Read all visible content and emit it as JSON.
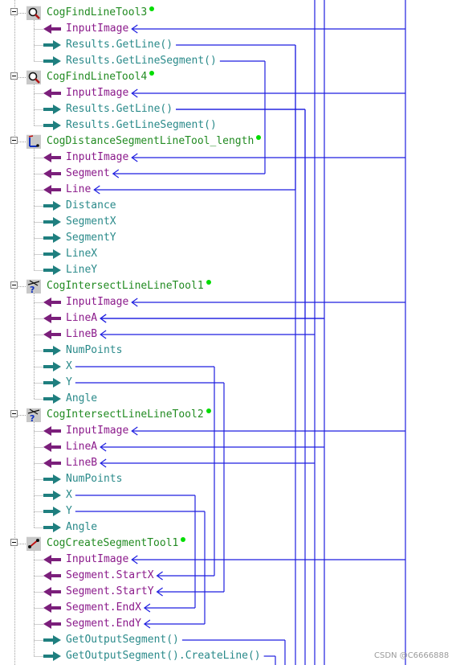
{
  "tree": [
    {
      "kind": "tool",
      "label": "CogFindLineTool3",
      "icon": "find-line-icon"
    },
    {
      "kind": "input",
      "label": "InputImage"
    },
    {
      "kind": "output",
      "label": "Results.GetLine()"
    },
    {
      "kind": "output",
      "label": "Results.GetLineSegment()"
    },
    {
      "kind": "tool",
      "label": "CogFindLineTool4",
      "icon": "find-line-icon"
    },
    {
      "kind": "input",
      "label": "InputImage"
    },
    {
      "kind": "output",
      "label": "Results.GetLine()"
    },
    {
      "kind": "output",
      "label": "Results.GetLineSegment()"
    },
    {
      "kind": "tool",
      "label": "CogDistanceSegmentLineTool_length",
      "icon": "distance-segment-line-icon"
    },
    {
      "kind": "input",
      "label": "InputImage"
    },
    {
      "kind": "input",
      "label": "Segment"
    },
    {
      "kind": "input",
      "label": "Line"
    },
    {
      "kind": "output",
      "label": "Distance"
    },
    {
      "kind": "output",
      "label": "SegmentX"
    },
    {
      "kind": "output",
      "label": "SegmentY"
    },
    {
      "kind": "output",
      "label": "LineX"
    },
    {
      "kind": "output",
      "label": "LineY"
    },
    {
      "kind": "tool",
      "label": "CogIntersectLineLineTool1",
      "icon": "intersect-line-line-icon"
    },
    {
      "kind": "input",
      "label": "InputImage"
    },
    {
      "kind": "input",
      "label": "LineA"
    },
    {
      "kind": "input",
      "label": "LineB"
    },
    {
      "kind": "output",
      "label": "NumPoints"
    },
    {
      "kind": "output",
      "label": "X"
    },
    {
      "kind": "output",
      "label": "Y"
    },
    {
      "kind": "output",
      "label": "Angle"
    },
    {
      "kind": "tool",
      "label": "CogIntersectLineLineTool2",
      "icon": "intersect-line-line-icon"
    },
    {
      "kind": "input",
      "label": "InputImage"
    },
    {
      "kind": "input",
      "label": "LineA"
    },
    {
      "kind": "input",
      "label": "LineB"
    },
    {
      "kind": "output",
      "label": "NumPoints"
    },
    {
      "kind": "output",
      "label": "X"
    },
    {
      "kind": "output",
      "label": "Y"
    },
    {
      "kind": "output",
      "label": "Angle"
    },
    {
      "kind": "tool",
      "label": "CogCreateSegmentTool1",
      "icon": "create-segment-icon"
    },
    {
      "kind": "input",
      "label": "InputImage"
    },
    {
      "kind": "input",
      "label": "Segment.StartX"
    },
    {
      "kind": "input",
      "label": "Segment.StartY"
    },
    {
      "kind": "input",
      "label": "Segment.EndX"
    },
    {
      "kind": "input",
      "label": "Segment.EndY"
    },
    {
      "kind": "output",
      "label": "GetOutputSegment()"
    },
    {
      "kind": "output",
      "label": "GetOutputSegment().CreateLine()"
    }
  ],
  "watermark": "CSDN @C6666888",
  "colors": {
    "wire": "#1f1fe0",
    "tool_text": "#228b22",
    "input_text": "#8b1a8b",
    "output_text": "#2a8a8a",
    "input_arrow": "#7b1f7b",
    "output_arrow": "#1f7f7f",
    "status_dot": "#00dd00"
  }
}
